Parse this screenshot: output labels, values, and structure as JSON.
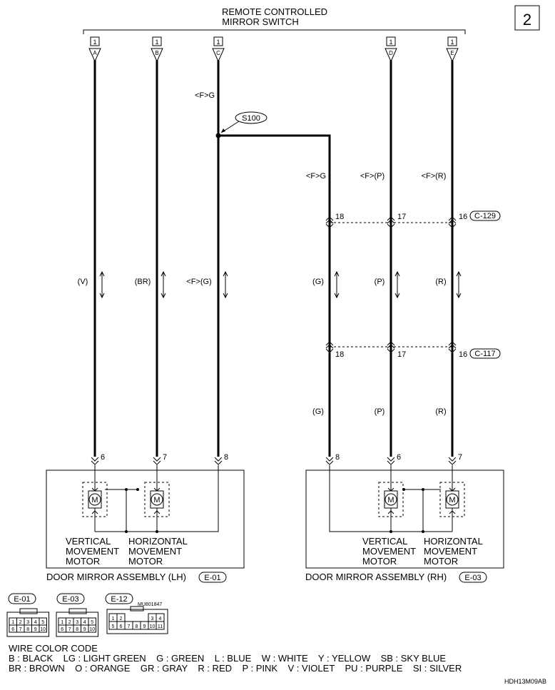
{
  "page_number": "2",
  "switch": {
    "title_line1": "REMOTE CONTROLLED",
    "title_line2": "MIRROR SWITCH"
  },
  "switch_pins": [
    {
      "num": "1",
      "letter": "A"
    },
    {
      "num": "1",
      "letter": "B"
    },
    {
      "num": "1",
      "letter": "C"
    },
    {
      "num": "1",
      "letter": "D"
    },
    {
      "num": "1",
      "letter": "E"
    }
  ],
  "splice": "S100",
  "wire_labels": {
    "c_top": "<F>G",
    "r1_top": "<F>G",
    "r2_top": "<F>(P)",
    "r3_top": "<F>(R)",
    "a_mid": "(V)",
    "b_mid": "(BR)",
    "c_mid": "<F>(G)",
    "r1_mid": "(G)",
    "r2_mid": "(P)",
    "r3_mid": "(R)",
    "r1_bot": "(G)",
    "r2_bot": "(P)",
    "r3_bot": "(R)"
  },
  "connector_c129": {
    "name": "C-129",
    "pins": [
      "18",
      "17",
      "16"
    ]
  },
  "connector_c117": {
    "name": "C-117",
    "pins": [
      "18",
      "17",
      "16"
    ]
  },
  "lh_pins": [
    "6",
    "7",
    "8"
  ],
  "rh_pins": [
    "8",
    "6",
    "7"
  ],
  "motor_labels": {
    "vertical": [
      "VERTICAL",
      "MOVEMENT",
      "MOTOR"
    ],
    "horizontal": [
      "HORIZONTAL",
      "MOVEMENT",
      "MOTOR"
    ]
  },
  "lh_assembly": {
    "label": "DOOR MIRROR ASSEMBLY (LH)",
    "connector": "E-01"
  },
  "rh_assembly": {
    "label": "DOOR MIRROR ASSEMBLY (RH)",
    "connector": "E-03"
  },
  "connector_views": {
    "e01": {
      "name": "E-01",
      "row1": [
        "1",
        "2",
        "3",
        "4",
        "5"
      ],
      "row2": [
        "6",
        "7",
        "8",
        "9",
        "10"
      ]
    },
    "e03": {
      "name": "E-03",
      "row1": [
        "1",
        "2",
        "3",
        "4",
        "5"
      ],
      "row2": [
        "6",
        "7",
        "8",
        "9",
        "10"
      ]
    },
    "e12": {
      "name": "E-12",
      "part": "MU801847",
      "row1": [
        "1",
        "2",
        "3",
        "4"
      ],
      "row2": [
        "5",
        "6",
        "7",
        "8",
        "9",
        "10",
        "11"
      ]
    }
  },
  "wire_color_code": {
    "title": "WIRE COLOR CODE",
    "line1": "B : BLACK    LG : LIGHT GREEN    G : GREEN    L : BLUE    W : WHITE    Y : YELLOW    SB : SKY BLUE",
    "line2": "BR : BROWN    O : ORANGE    GR : GRAY    R : RED    P : PINK    V : VIOLET    PU : PURPLE    SI : SILVER"
  },
  "diagram_code": "HDH13M09AB"
}
